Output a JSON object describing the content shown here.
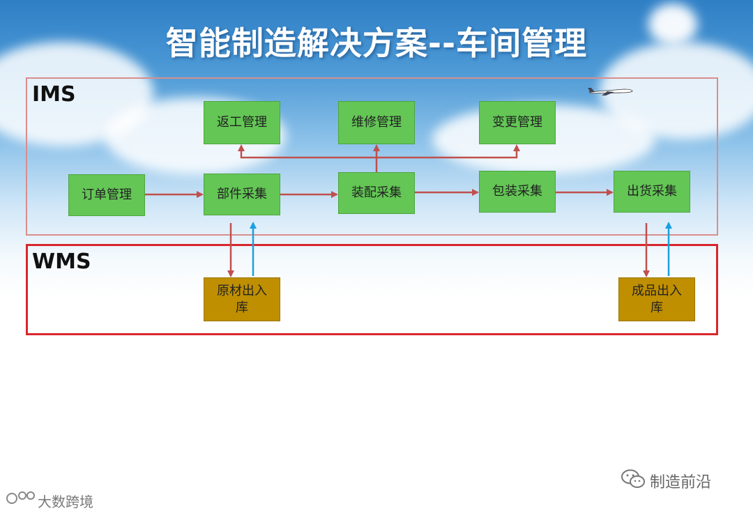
{
  "title": "智能制造解决方案--车间管理",
  "zones": {
    "ims": "IMS",
    "wms": "WMS"
  },
  "nodes": {
    "order": "订单管理",
    "parts": "部件采集",
    "assembly": "装配采集",
    "packing": "包装采集",
    "shipping": "出货采集",
    "rework": "返工管理",
    "repair": "维修管理",
    "change": "变更管理",
    "raw_line1": "原材出入",
    "raw_line2": "库",
    "finished_line1": "成品出入",
    "finished_line2": "库"
  },
  "footer": {
    "watermark_right": "制造前沿",
    "watermark_left": "大数跨境"
  },
  "colors": {
    "process_node": "#63c655",
    "warehouse_node": "#bf8f00",
    "flow_arrow": "#c0504d",
    "return_arrow": "#1aa0e0",
    "ims_border": "#d98d8d",
    "wms_border": "#d9262d"
  }
}
